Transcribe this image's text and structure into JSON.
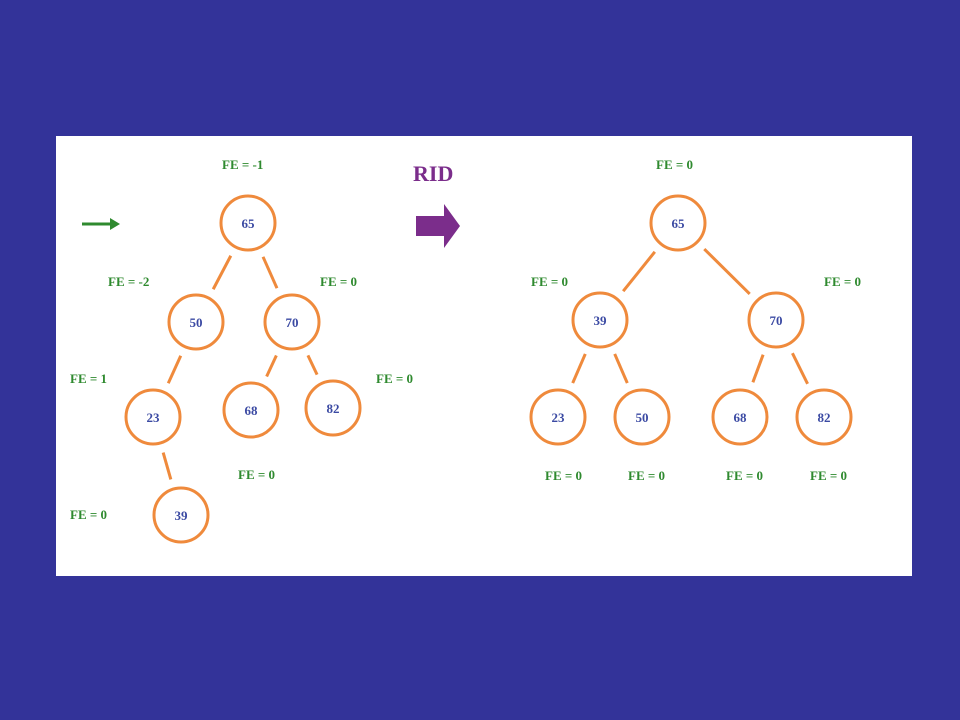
{
  "colors": {
    "background": "#333399",
    "panel": "#ffffff",
    "node_stroke": "#ef8a3c",
    "node_text": "#3b4aa3",
    "fe_text": "#2f8a2f",
    "arrow_green": "#2f8a2f",
    "arrow_purple": "#7b2d8b"
  },
  "transition": {
    "label": "RID",
    "icon": "right-arrow-icon"
  },
  "pointer_icon": "right-arrow-icon",
  "left_tree": {
    "nodes": [
      {
        "id": "n65",
        "key": "65",
        "fe": "FE = -1"
      },
      {
        "id": "n50",
        "key": "50",
        "fe": "FE = -2"
      },
      {
        "id": "n70",
        "key": "70",
        "fe": "FE = 0"
      },
      {
        "id": "n23",
        "key": "23",
        "fe": "FE = 1"
      },
      {
        "id": "n68",
        "key": "68",
        "fe": "FE = 0"
      },
      {
        "id": "n82",
        "key": "82",
        "fe": "FE = 0"
      },
      {
        "id": "n39",
        "key": "39",
        "fe": "FE = 0"
      }
    ],
    "edges": [
      [
        "n65",
        "n50"
      ],
      [
        "n65",
        "n70"
      ],
      [
        "n50",
        "n23"
      ],
      [
        "n70",
        "n68"
      ],
      [
        "n70",
        "n82"
      ],
      [
        "n23",
        "n39"
      ]
    ]
  },
  "right_tree": {
    "nodes": [
      {
        "id": "m65",
        "key": "65",
        "fe": "FE = 0"
      },
      {
        "id": "m39",
        "key": "39",
        "fe": "FE = 0"
      },
      {
        "id": "m70",
        "key": "70",
        "fe": "FE = 0"
      },
      {
        "id": "m23",
        "key": "23",
        "fe": "FE = 0"
      },
      {
        "id": "m50",
        "key": "50",
        "fe": "FE = 0"
      },
      {
        "id": "m68",
        "key": "68",
        "fe": "FE = 0"
      },
      {
        "id": "m82",
        "key": "82",
        "fe": "FE = 0"
      }
    ],
    "edges": [
      [
        "m65",
        "m39"
      ],
      [
        "m65",
        "m70"
      ],
      [
        "m39",
        "m23"
      ],
      [
        "m39",
        "m50"
      ],
      [
        "m70",
        "m68"
      ],
      [
        "m70",
        "m82"
      ]
    ]
  }
}
